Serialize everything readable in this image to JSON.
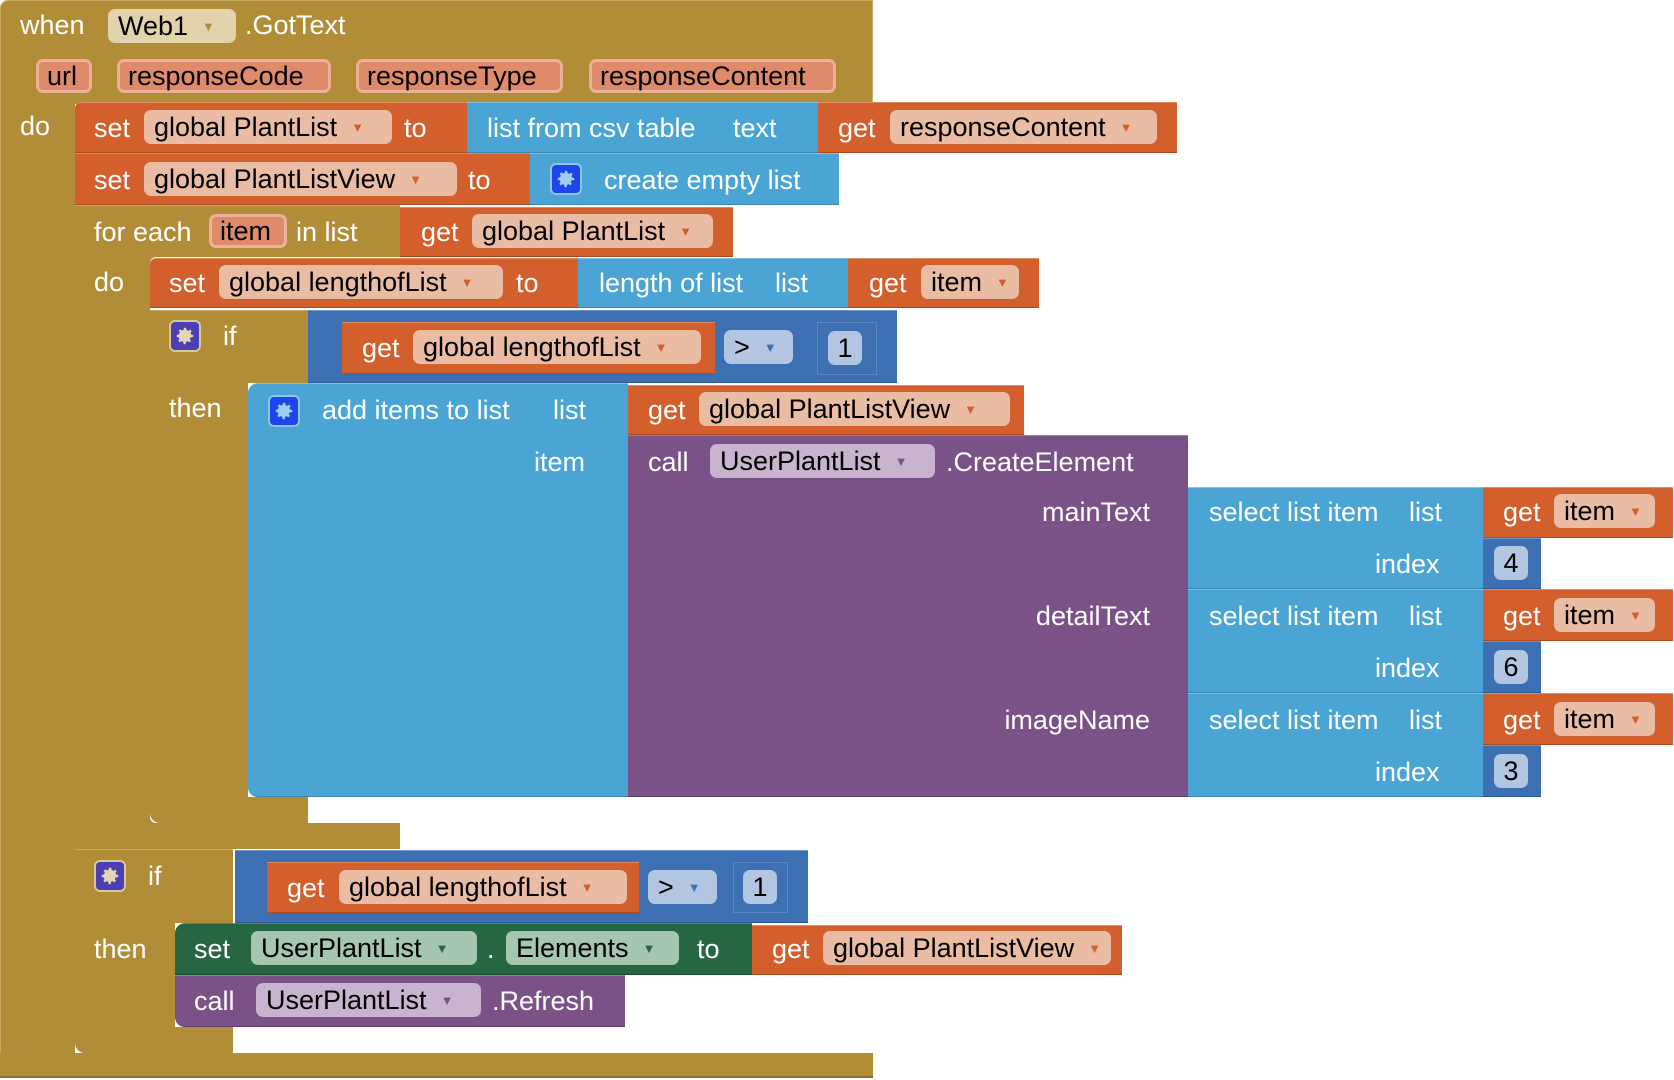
{
  "event": {
    "keyword": "when",
    "component": "Web1",
    "event_name": ".GotText",
    "params": [
      "url",
      "responseCode",
      "responseType",
      "responseContent"
    ],
    "do_label": "do"
  },
  "stmt_set_plantlist": {
    "set": "set",
    "variable": "global PlantList",
    "to": "to",
    "value_block": "list from csv table",
    "value_socket": "text",
    "get": "get",
    "get_variable": "responseContent"
  },
  "stmt_set_plantlistview": {
    "set": "set",
    "variable": "global PlantListView",
    "to": "to",
    "value_block": "create empty list"
  },
  "for_each": {
    "label": "for each",
    "var": "item",
    "in_list": "in list",
    "get": "get",
    "list_variable": "global PlantList",
    "do_label": "do",
    "set_length": {
      "set": "set",
      "variable": "global lengthofList",
      "to": "to",
      "value_block": "length of list",
      "value_socket": "list",
      "get": "get",
      "get_variable": "item"
    },
    "if_block": {
      "if_label": "if",
      "then_label": "then",
      "condition": {
        "get": "get",
        "variable": "global lengthofList",
        "operator": ">",
        "operand": "1"
      },
      "add_items": {
        "label": "add items to list",
        "list_socket": "list",
        "item_socket": "item",
        "list_get": "get",
        "list_variable": "global PlantListView",
        "call": {
          "call": "call",
          "component": "UserPlantList",
          "method": ".CreateElement",
          "args": [
            {
              "name": "mainText",
              "block": "select list item",
              "list_socket": "list",
              "get": "get",
              "variable": "item",
              "index_label": "index",
              "index": "4"
            },
            {
              "name": "detailText",
              "block": "select list item",
              "list_socket": "list",
              "get": "get",
              "variable": "item",
              "index_label": "index",
              "index": "6"
            },
            {
              "name": "imageName",
              "block": "select list item",
              "list_socket": "list",
              "get": "get",
              "variable": "item",
              "index_label": "index",
              "index": "3"
            }
          ]
        }
      }
    }
  },
  "if_block_2": {
    "if_label": "if",
    "then_label": "then",
    "condition": {
      "get": "get",
      "variable": "global lengthofList",
      "operator": ">",
      "operand": "1"
    },
    "set_property": {
      "set": "set",
      "component": "UserPlantList",
      "dot": ".",
      "property": "Elements",
      "to": "to",
      "get": "get",
      "variable": "global PlantListView"
    },
    "call_refresh": {
      "call": "call",
      "component": "UserPlantList",
      "method": ".Refresh"
    }
  },
  "icons": {
    "mutator": "gear-icon",
    "dropdown": "triangle-down-icon"
  },
  "colors": {
    "control": "#b18d37",
    "variable": "#d35f2c",
    "list": "#4aa4d4",
    "math": "#3d70b3",
    "component": "#7b5287",
    "property": "#266642"
  }
}
